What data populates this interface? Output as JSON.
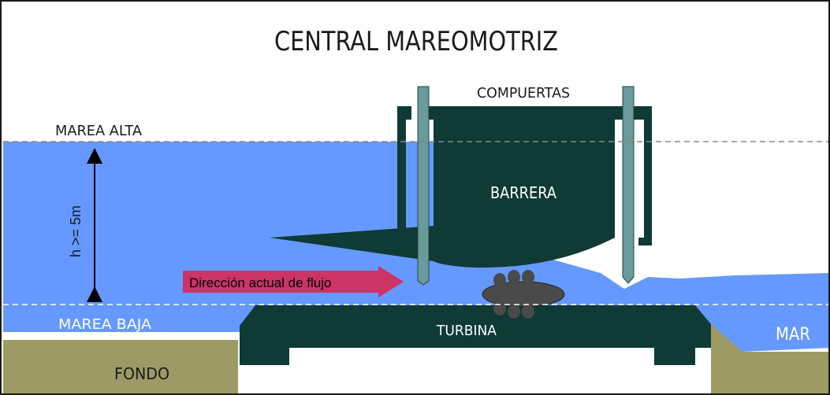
{
  "title": "CENTRAL MAREOMOTRIZ",
  "labels": {
    "compuertas": "COMPUERTAS",
    "marea_alta": "MAREA ALTA",
    "marea_baja": "MAREA BAJA",
    "barrera": "BARRERA",
    "turbina": "TURBINA",
    "mar": "MAR",
    "fondo": "FONDO",
    "height": "h >= 5m",
    "flow": "Dirección actual de flujo"
  },
  "colors": {
    "water": "#6699ff",
    "structure": "#0f3a36",
    "gate": "#6b9a9a",
    "ground": "#9e9a66",
    "flow_arrow": "#cc3366",
    "turbine_blade": "#4a4a4a"
  }
}
